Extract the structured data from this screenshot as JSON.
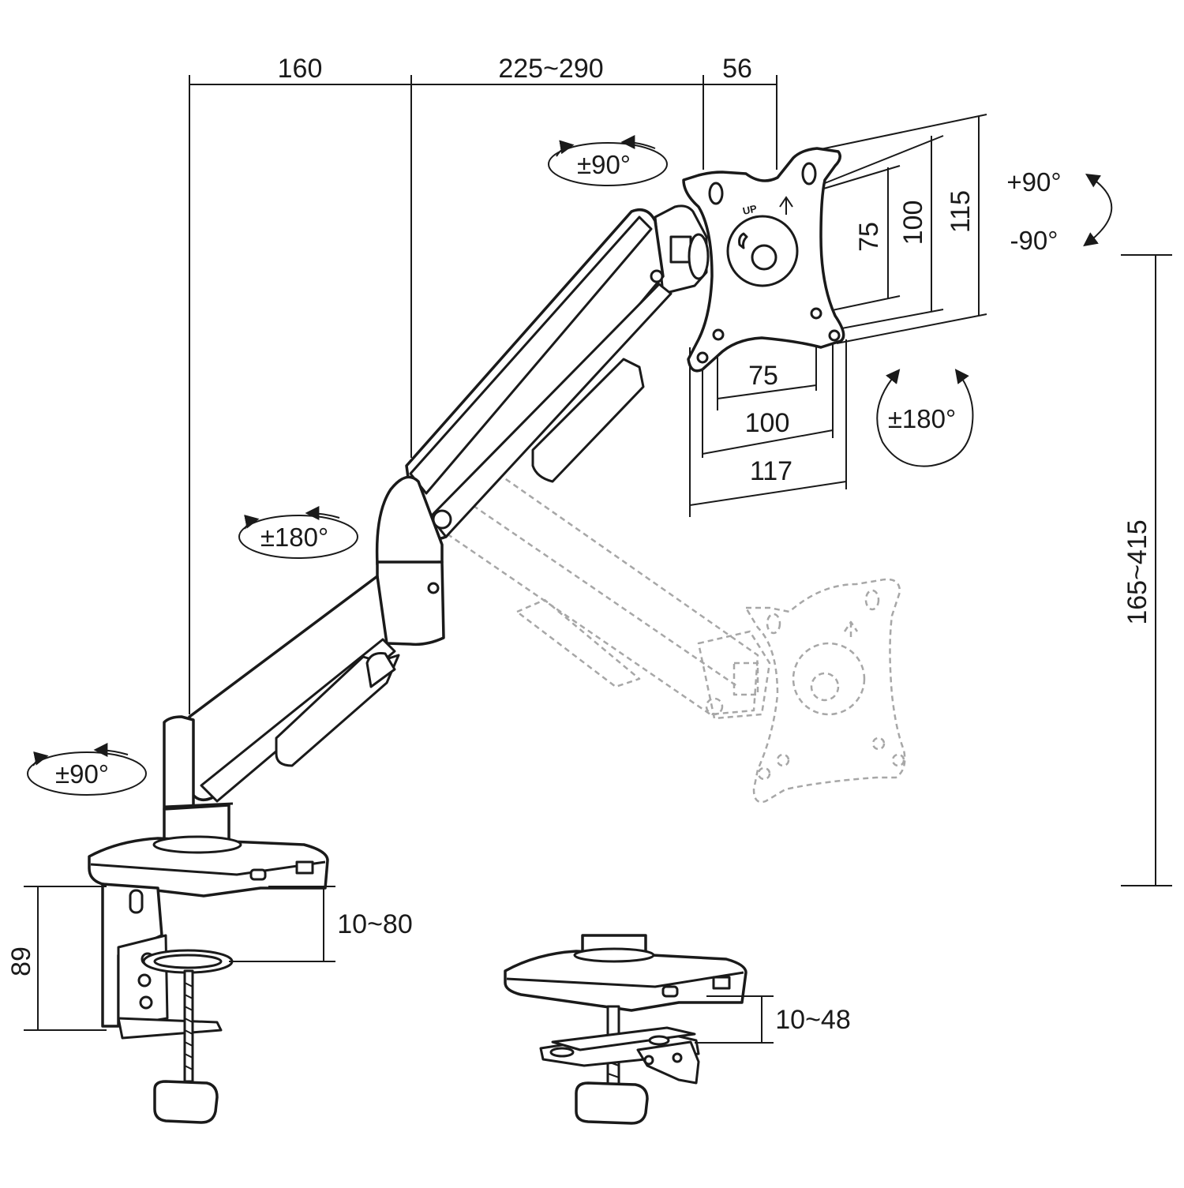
{
  "dimensions": {
    "top_left": "160",
    "top_middle": "225~290",
    "top_right": "56",
    "vesa_h_75": "75",
    "vesa_h_100": "100",
    "vesa_h_117": "117",
    "vesa_v_75": "75",
    "vesa_v_100": "100",
    "vesa_v_115": "115",
    "height_range": "165~415",
    "clamp_height": "89",
    "clamp_range": "10~80",
    "grommet_range": "10~48"
  },
  "rotations": {
    "head_swivel": "±90°",
    "tilt_up": "+90°",
    "tilt_down": "-90°",
    "rotation": "±180°",
    "elbow": "±180°",
    "base": "±90°"
  },
  "plate_marking": "UP",
  "icons": [
    "arrow-up-icon",
    "rotation-arrow-icon"
  ]
}
